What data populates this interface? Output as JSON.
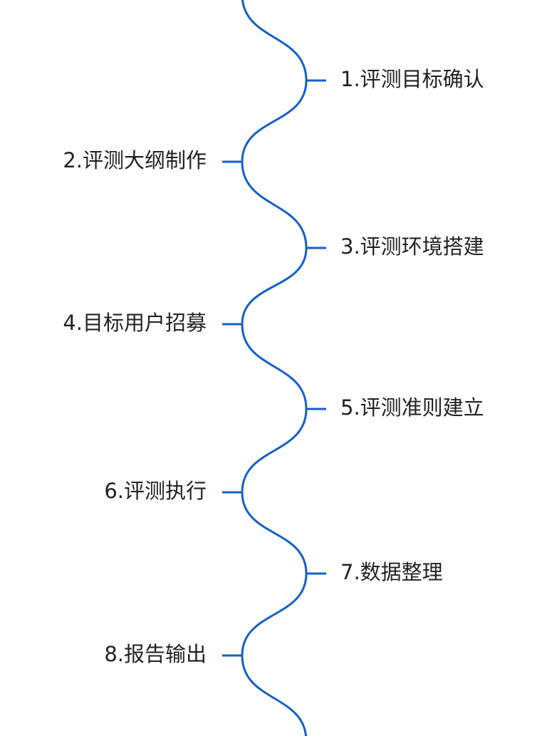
{
  "diagram": {
    "line_color": "#1560c8",
    "text_color": "#222222",
    "steps": [
      {
        "label": "1.评测目标确认",
        "side": "right"
      },
      {
        "label": "2.评测大纲制作",
        "side": "left"
      },
      {
        "label": "3.评测环境搭建",
        "side": "right"
      },
      {
        "label": "4.目标用户招募",
        "side": "left"
      },
      {
        "label": "5.评测准则建立",
        "side": "right"
      },
      {
        "label": "6.评测执行",
        "side": "left"
      },
      {
        "label": "7.数据整理",
        "side": "right"
      },
      {
        "label": "8.报告输出",
        "side": "left"
      }
    ]
  }
}
